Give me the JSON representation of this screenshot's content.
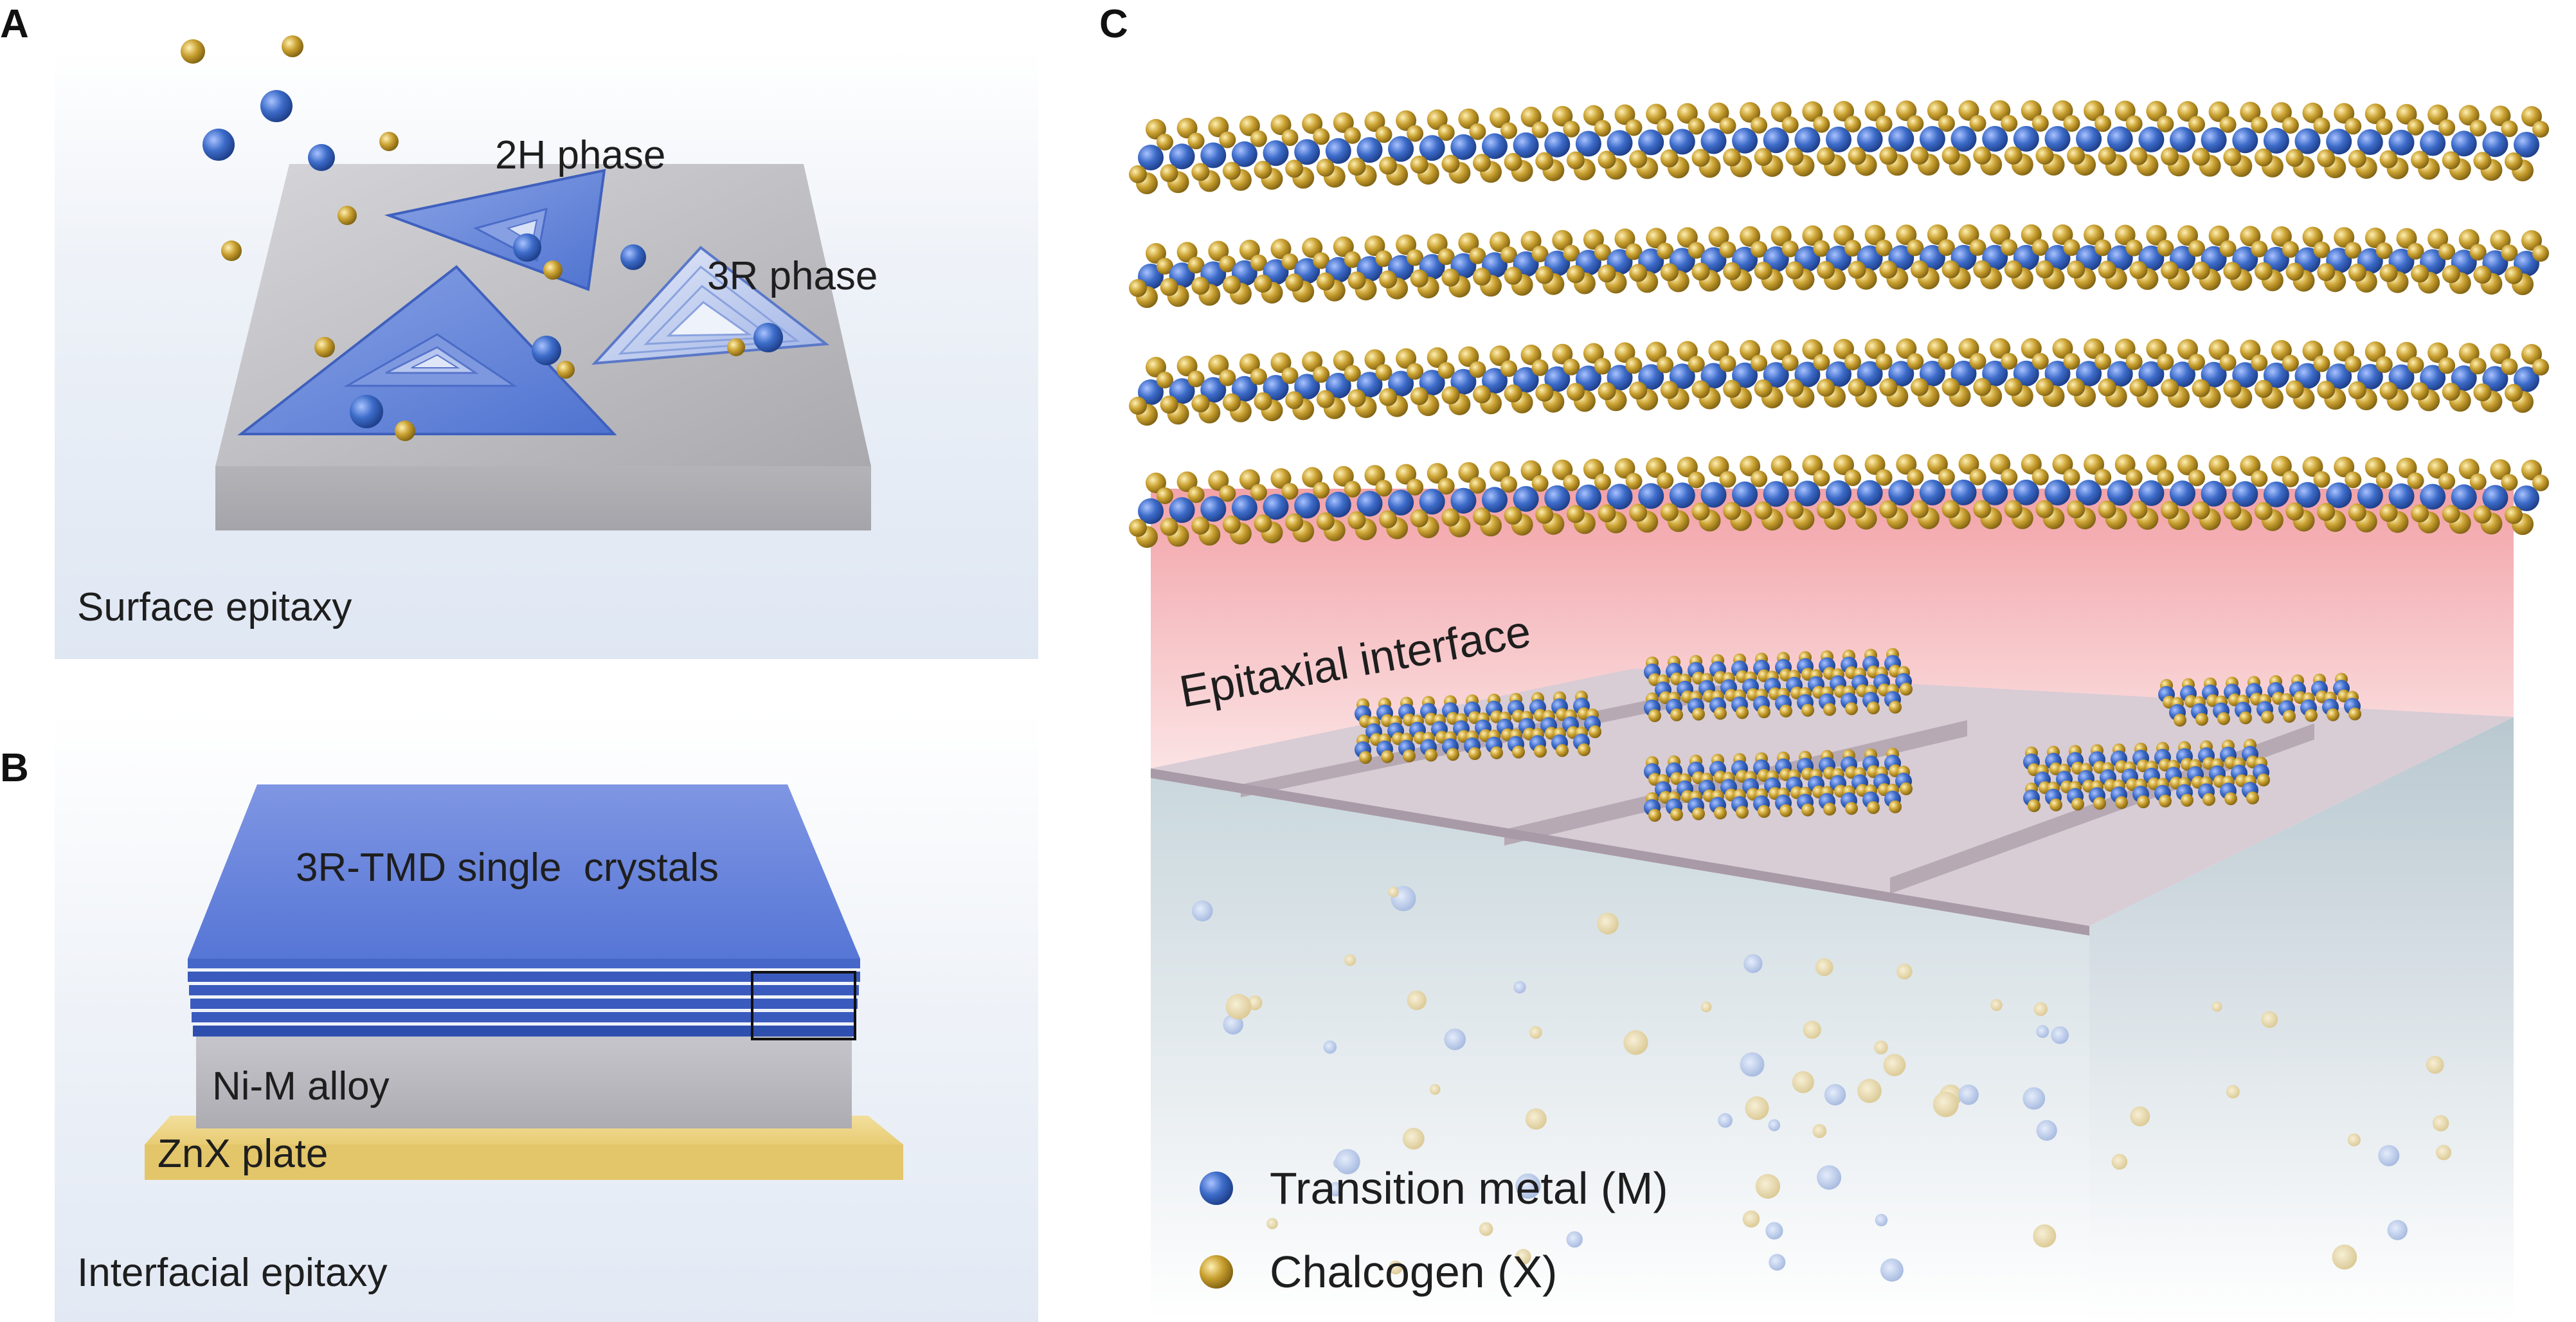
{
  "panels": {
    "a": {
      "letter": "A",
      "caption": "Surface epitaxy",
      "phase_2h": "2H phase",
      "phase_3r": "3R phase"
    },
    "b": {
      "letter": "B",
      "caption": "Interfacial epitaxy",
      "crystal_label": "3R-TMD single  crystals",
      "alloy_label": "Ni-M alloy",
      "plate_label": "ZnX plate"
    },
    "c": {
      "letter": "C",
      "interface_label": "Epitaxial interface",
      "legend": [
        {
          "label": "Transition metal (M)",
          "color": "#3d6cc9"
        },
        {
          "label": "Chalcogen (X)",
          "color": "#c9a030"
        }
      ]
    }
  },
  "colors": {
    "metal_atom": "#3d6cc9",
    "chalcogen_atom": "#c9a030",
    "substrate_gray": "#b9b9bf",
    "tmd_blue": "#6f8fd8",
    "zn_plate": "#ecd27f",
    "interface_pink": "#f6b4b8"
  }
}
